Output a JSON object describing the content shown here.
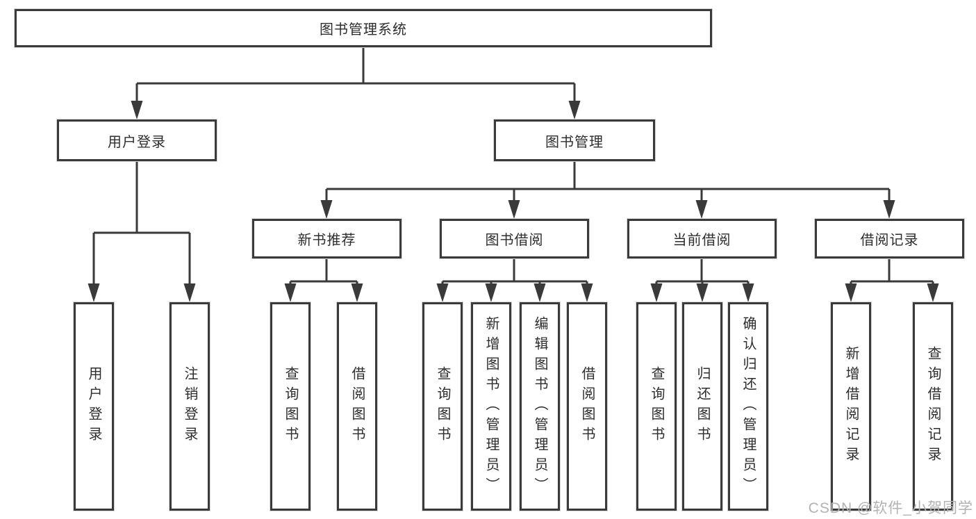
{
  "tree": {
    "label": "图书管理系统",
    "children": [
      {
        "label": "用户登录",
        "children": [
          {
            "label": "用户登录"
          },
          {
            "label": "注销登录"
          }
        ]
      },
      {
        "label": "图书管理",
        "children": [
          {
            "label": "新书推荐",
            "children": [
              {
                "label": "查询图书"
              },
              {
                "label": "借阅图书"
              }
            ]
          },
          {
            "label": "图书借阅",
            "children": [
              {
                "label": "查询图书"
              },
              {
                "label": "新增图书（管理员）"
              },
              {
                "label": "编辑图书（管理员）"
              },
              {
                "label": "借阅图书"
              }
            ]
          },
          {
            "label": "当前借阅",
            "children": [
              {
                "label": "查询图书"
              },
              {
                "label": "归还图书"
              },
              {
                "label": "确认归还（管理员）"
              }
            ]
          },
          {
            "label": "借阅记录",
            "children": [
              {
                "label": "新增借阅记录"
              },
              {
                "label": "查询借阅记录"
              }
            ]
          }
        ]
      }
    ]
  },
  "watermark": {
    "text": "CSDN @软件_小贺同学"
  },
  "palette": {
    "line": "#3a3a3a",
    "text": "#2d2d2d",
    "watermark": "#b2b2b2",
    "canvas": "#ffffff"
  }
}
